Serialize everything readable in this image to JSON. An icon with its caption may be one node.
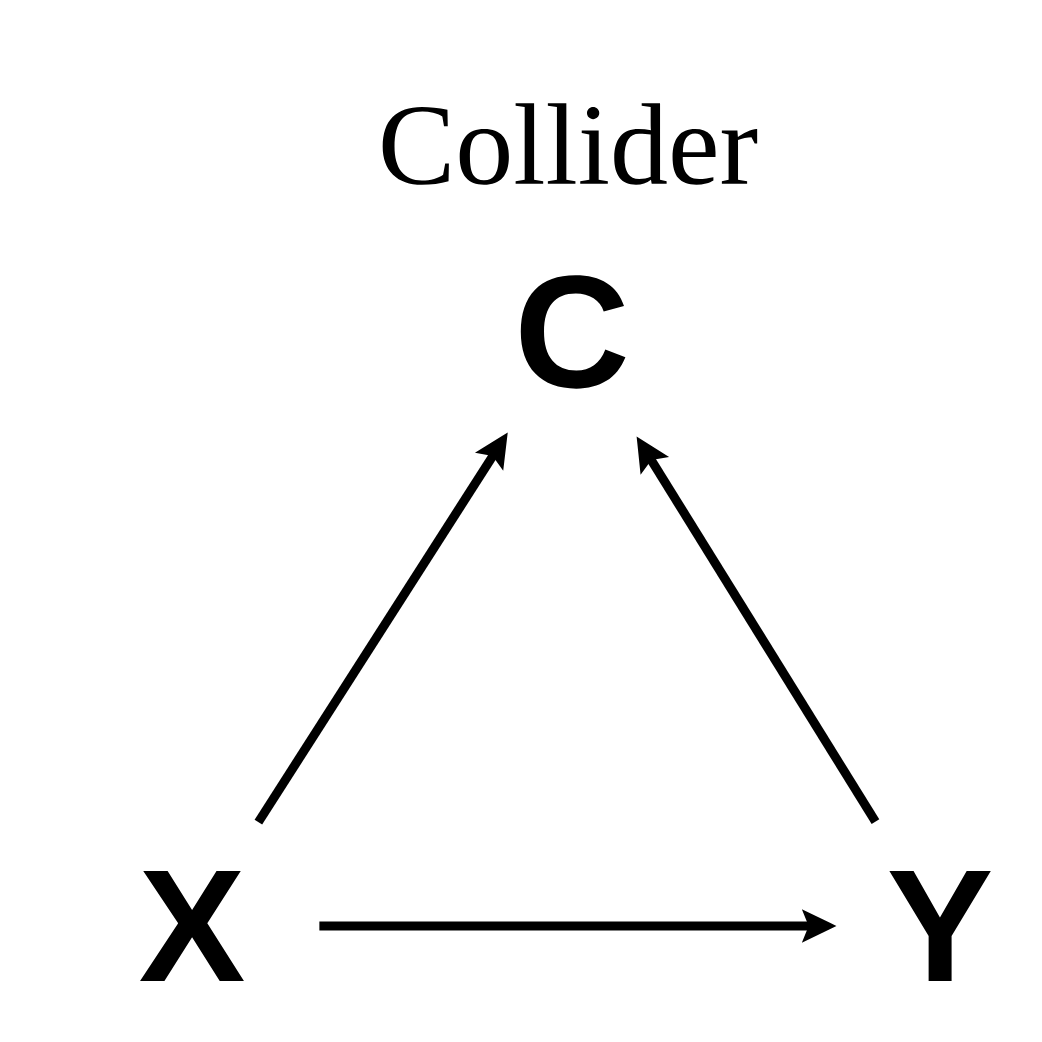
{
  "diagram": {
    "title": "Collider",
    "nodes": [
      {
        "text": [
          "C"
        ]
      },
      {
        "text": [
          "X"
        ]
      },
      {
        "text": [
          "Y"
        ]
      }
    ],
    "edges": [
      {
        "from": 1,
        "to": 0,
        "arrow": "to"
      },
      {
        "from": 2,
        "to": 0,
        "arrow": "to"
      },
      {
        "from": 1,
        "to": 2,
        "arrow": "to"
      }
    ]
  }
}
